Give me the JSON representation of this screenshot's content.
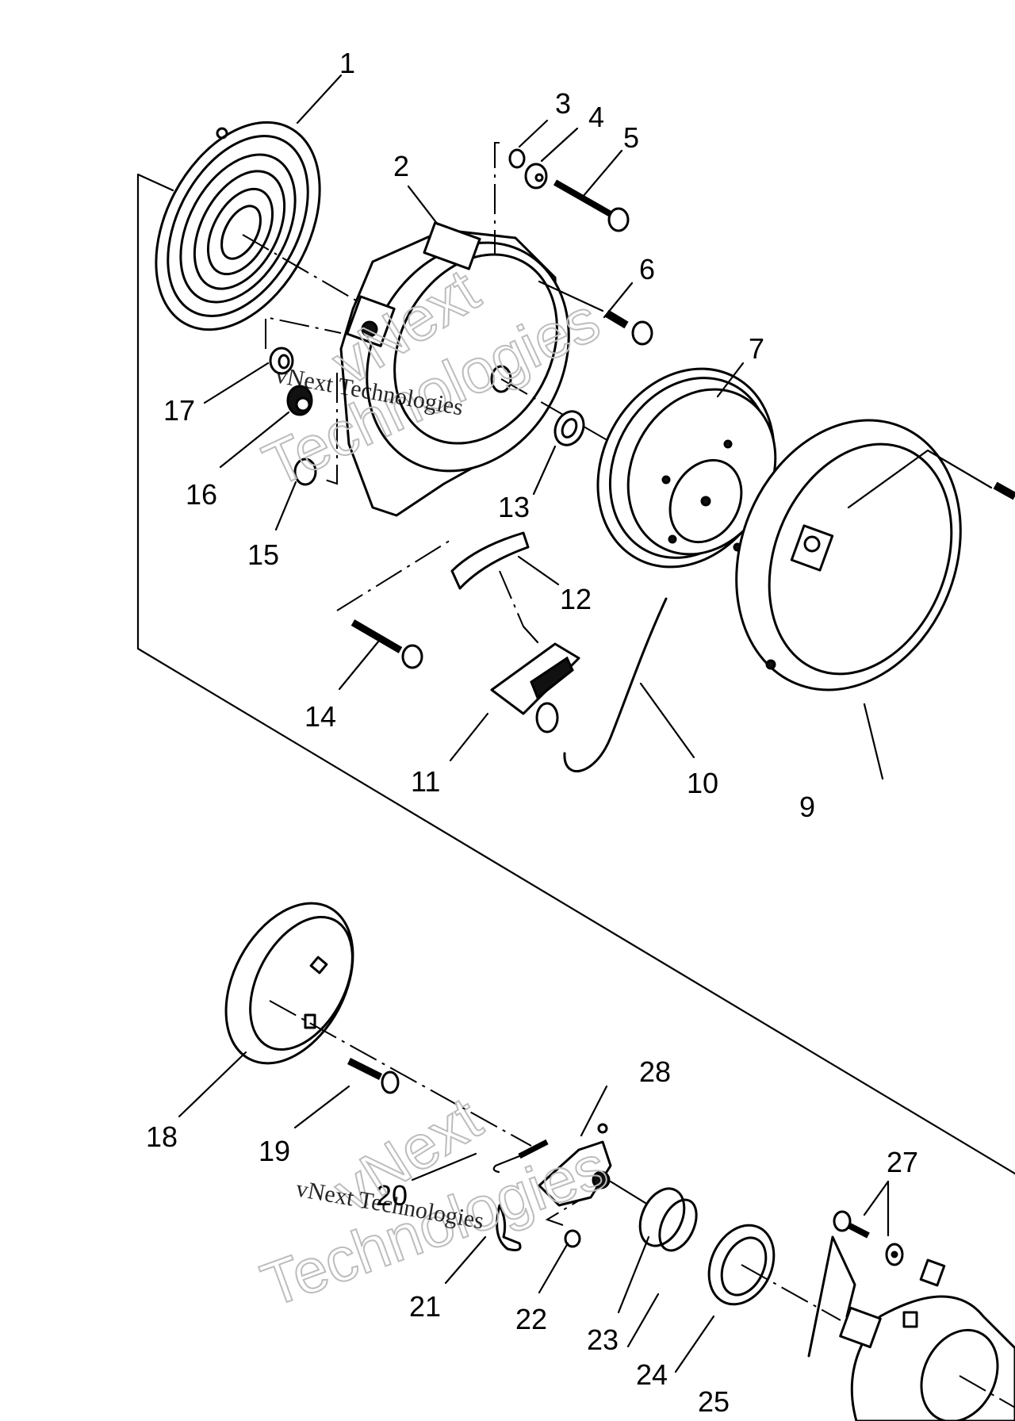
{
  "diagram": {
    "title": "Recoil Starter Exploded View",
    "callouts": [
      {
        "id": "1",
        "label": "1"
      },
      {
        "id": "2",
        "label": "2"
      },
      {
        "id": "3",
        "label": "3"
      },
      {
        "id": "4",
        "label": "4"
      },
      {
        "id": "5",
        "label": "5"
      },
      {
        "id": "6",
        "label": "6"
      },
      {
        "id": "7",
        "label": "7"
      },
      {
        "id": "9",
        "label": "9"
      },
      {
        "id": "10",
        "label": "10"
      },
      {
        "id": "11",
        "label": "11"
      },
      {
        "id": "12",
        "label": "12"
      },
      {
        "id": "13",
        "label": "13"
      },
      {
        "id": "14",
        "label": "14"
      },
      {
        "id": "15",
        "label": "15"
      },
      {
        "id": "16",
        "label": "16"
      },
      {
        "id": "17",
        "label": "17"
      },
      {
        "id": "18",
        "label": "18"
      },
      {
        "id": "19",
        "label": "19"
      },
      {
        "id": "20",
        "label": "20"
      },
      {
        "id": "21",
        "label": "21"
      },
      {
        "id": "22",
        "label": "22"
      },
      {
        "id": "23",
        "label": "23"
      },
      {
        "id": "24",
        "label": "24"
      },
      {
        "id": "25",
        "label": "25"
      },
      {
        "id": "27",
        "label": "27"
      },
      {
        "id": "28",
        "label": "28"
      }
    ]
  },
  "watermarks": [
    {
      "serif": "vNext Technologies",
      "outline_top": "vNext",
      "outline_bottom": "Technologies"
    },
    {
      "serif": "vNext Technologies",
      "outline_top": "vNext",
      "outline_bottom": "Technologies"
    }
  ]
}
